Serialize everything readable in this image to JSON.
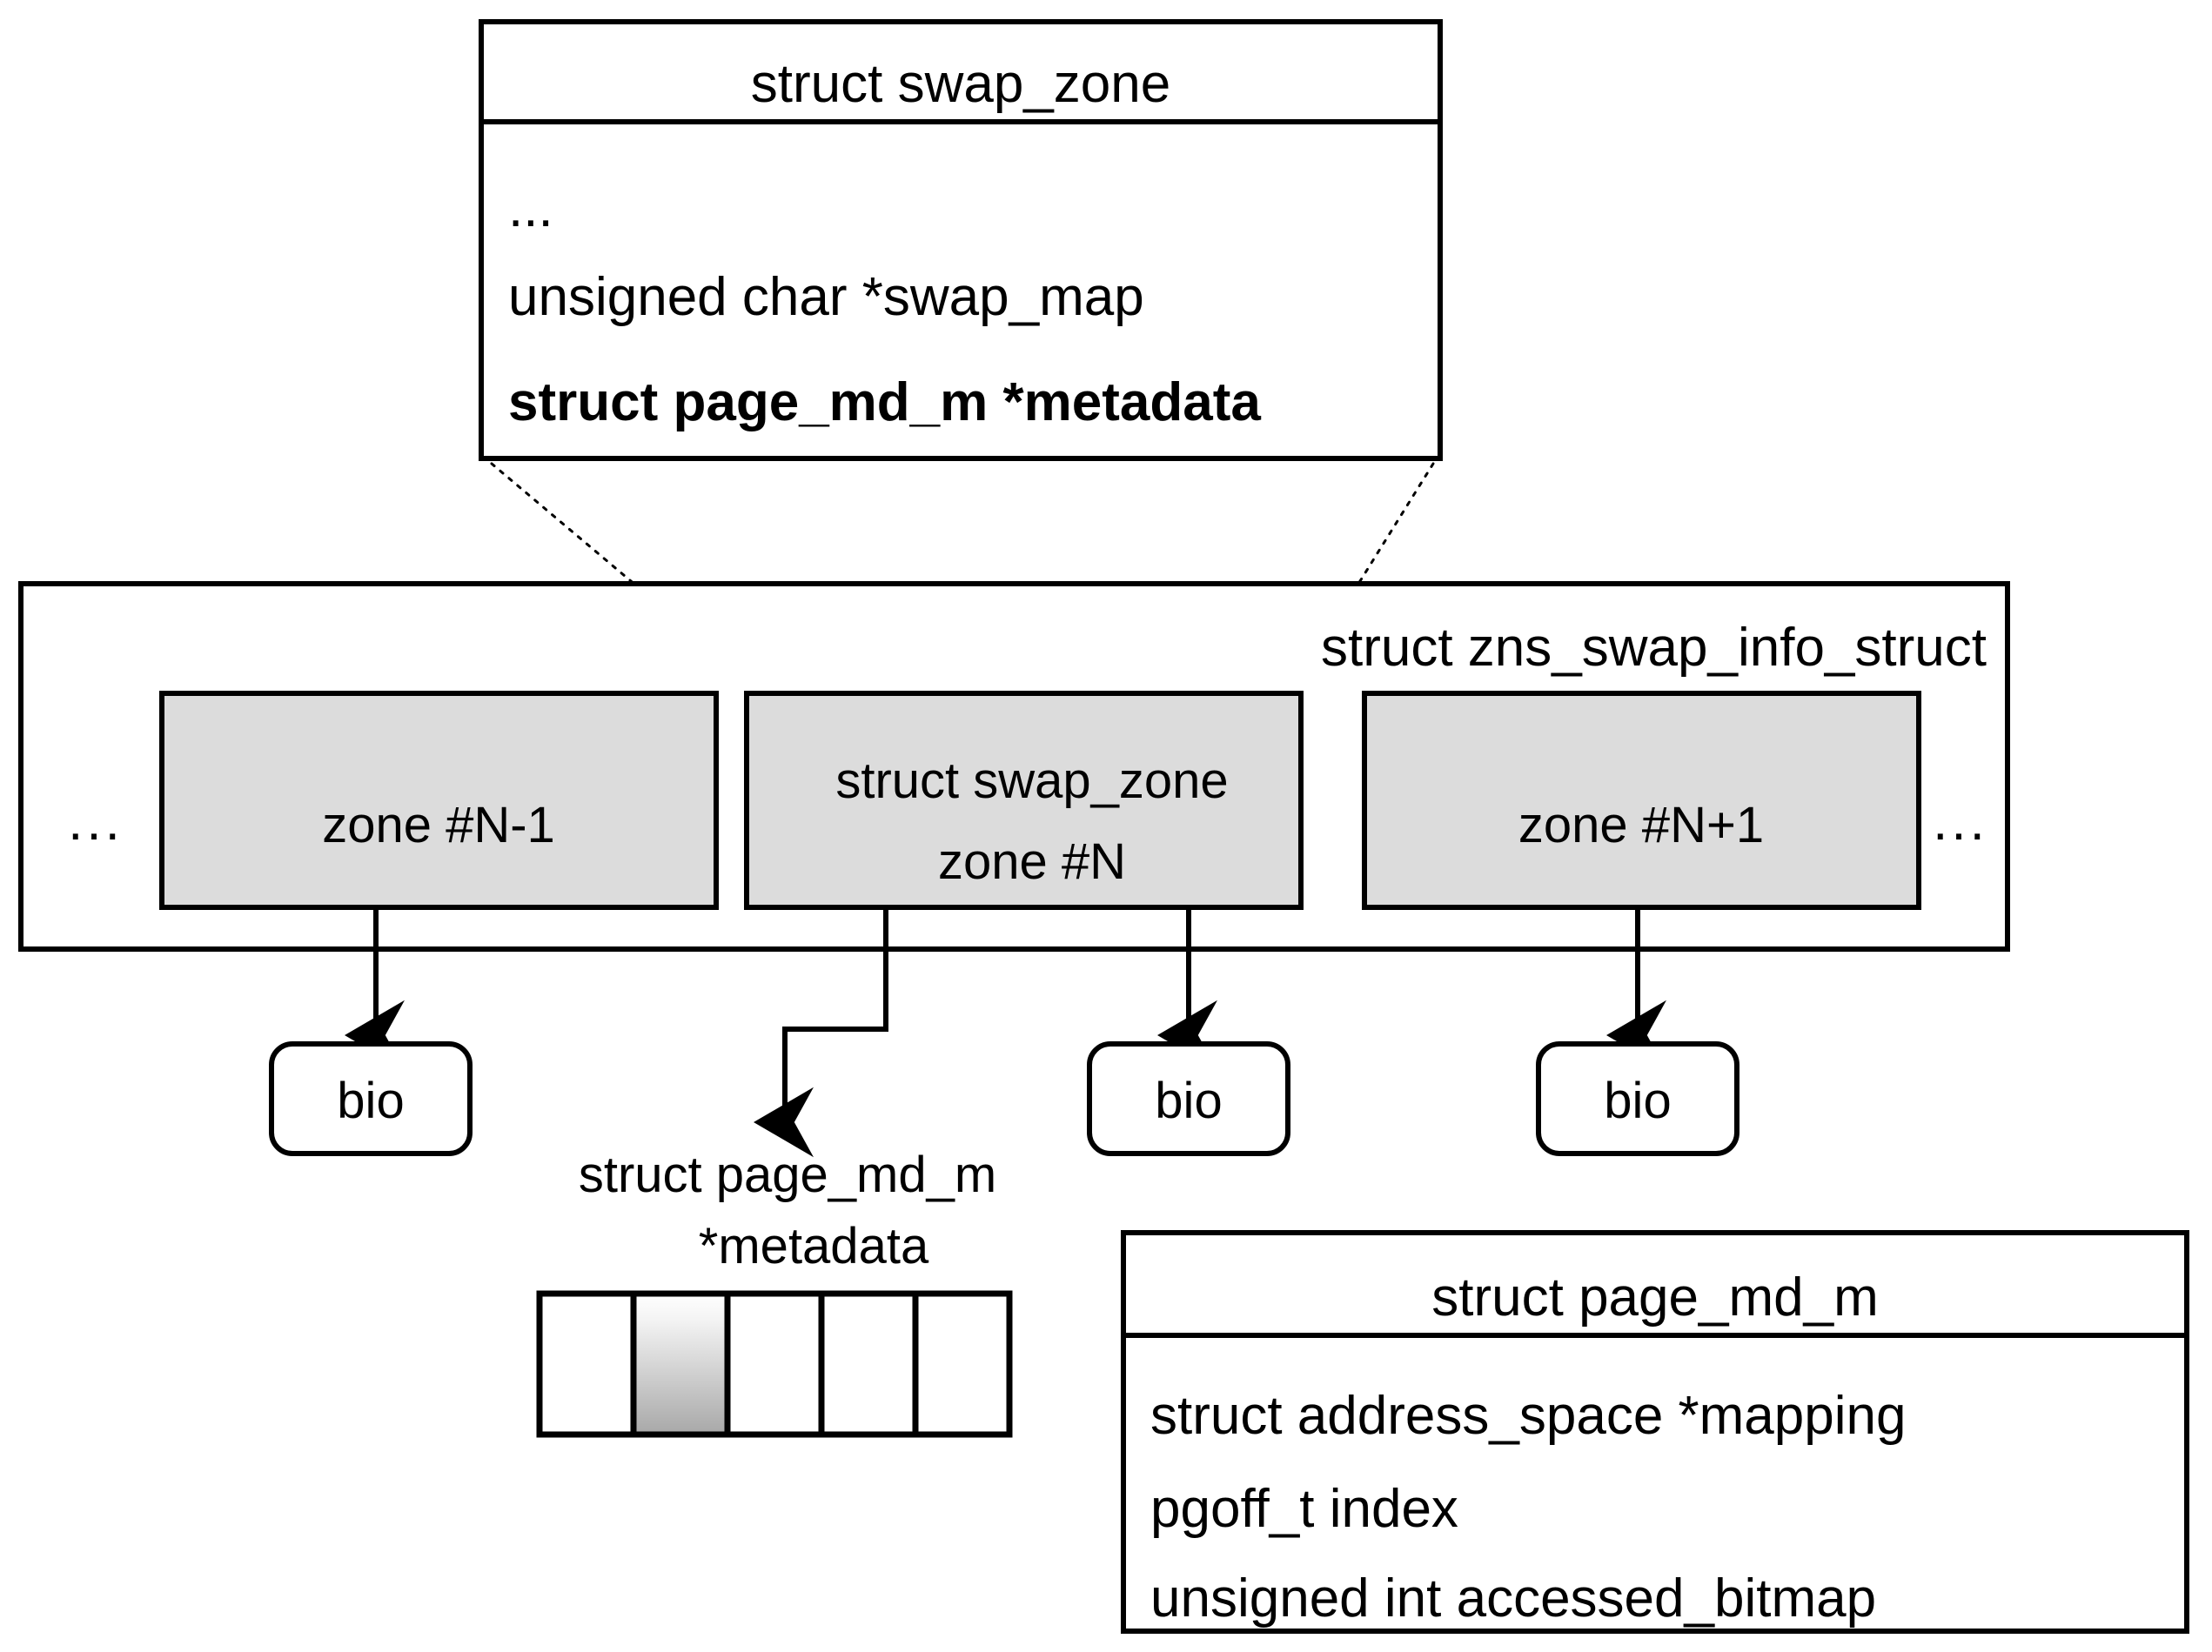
{
  "diagram": {
    "title_semantic": "zns-swap-metadata-structure-diagram",
    "swap_zone_struct": {
      "title": "struct swap_zone",
      "fields": [
        {
          "text": "...",
          "bold": false
        },
        {
          "text": "unsigned char *swap_map",
          "bold": false
        },
        {
          "text": "struct page_md_m *metadata",
          "bold": true
        }
      ]
    },
    "zns_swap_info_struct": {
      "label": "struct zns_swap_info_struct",
      "ellipsis_left": "...",
      "ellipsis_right": "...",
      "zones": [
        {
          "name": "zone-n-minus-1",
          "line1": "zone #N-1",
          "line2": ""
        },
        {
          "name": "zone-n",
          "line1": "struct swap_zone",
          "line2": "zone #N"
        },
        {
          "name": "zone-n-plus-1",
          "line1": "zone #N+1",
          "line2": ""
        }
      ]
    },
    "bio_nodes": [
      {
        "name": "bio-node-1",
        "label": "bio"
      },
      {
        "name": "bio-node-2",
        "label": "bio"
      },
      {
        "name": "bio-node-3",
        "label": "bio"
      }
    ],
    "metadata_array": {
      "label_line1": "struct page_md_m",
      "label_line2": "*metadata",
      "cells": [
        {
          "index": 0,
          "highlighted": false
        },
        {
          "index": 1,
          "highlighted": true
        },
        {
          "index": 2,
          "highlighted": false
        },
        {
          "index": 3,
          "highlighted": false
        },
        {
          "index": 4,
          "highlighted": false
        }
      ]
    },
    "page_md_m_struct": {
      "title": "struct page_md_m",
      "fields": [
        "struct address_space *mapping",
        "pgoff_t index",
        "unsigned int accessed_bitmap"
      ]
    },
    "colors": {
      "zone_fill": "#dcdcdc",
      "box_fill": "#ffffff",
      "stroke": "#000000",
      "highlight_gradient_top": "#ffffff",
      "highlight_gradient_bottom": "#a8a8a8"
    }
  }
}
